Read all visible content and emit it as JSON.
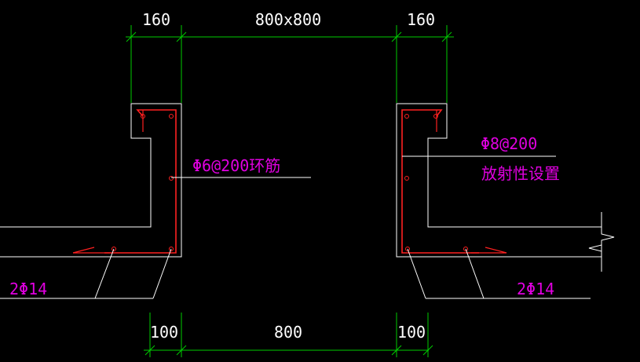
{
  "dimensions": {
    "top_left": "160",
    "top_center": "800x800",
    "top_right": "160",
    "bottom_left": "100",
    "bottom_center": "800",
    "bottom_right": "100"
  },
  "annotations": {
    "ring_rebar": "Φ6@200环筋",
    "radial_rebar": "Φ8@200",
    "radial_note": "放射性设置",
    "bottom_bars_left": "2Φ14",
    "bottom_bars_right": "2Φ14"
  },
  "colors": {
    "background": "#000000",
    "dimension_lines": "#00cc00",
    "outline": "#ffffff",
    "rebar": "#ff2020",
    "annotation_text": "#e000e0"
  }
}
